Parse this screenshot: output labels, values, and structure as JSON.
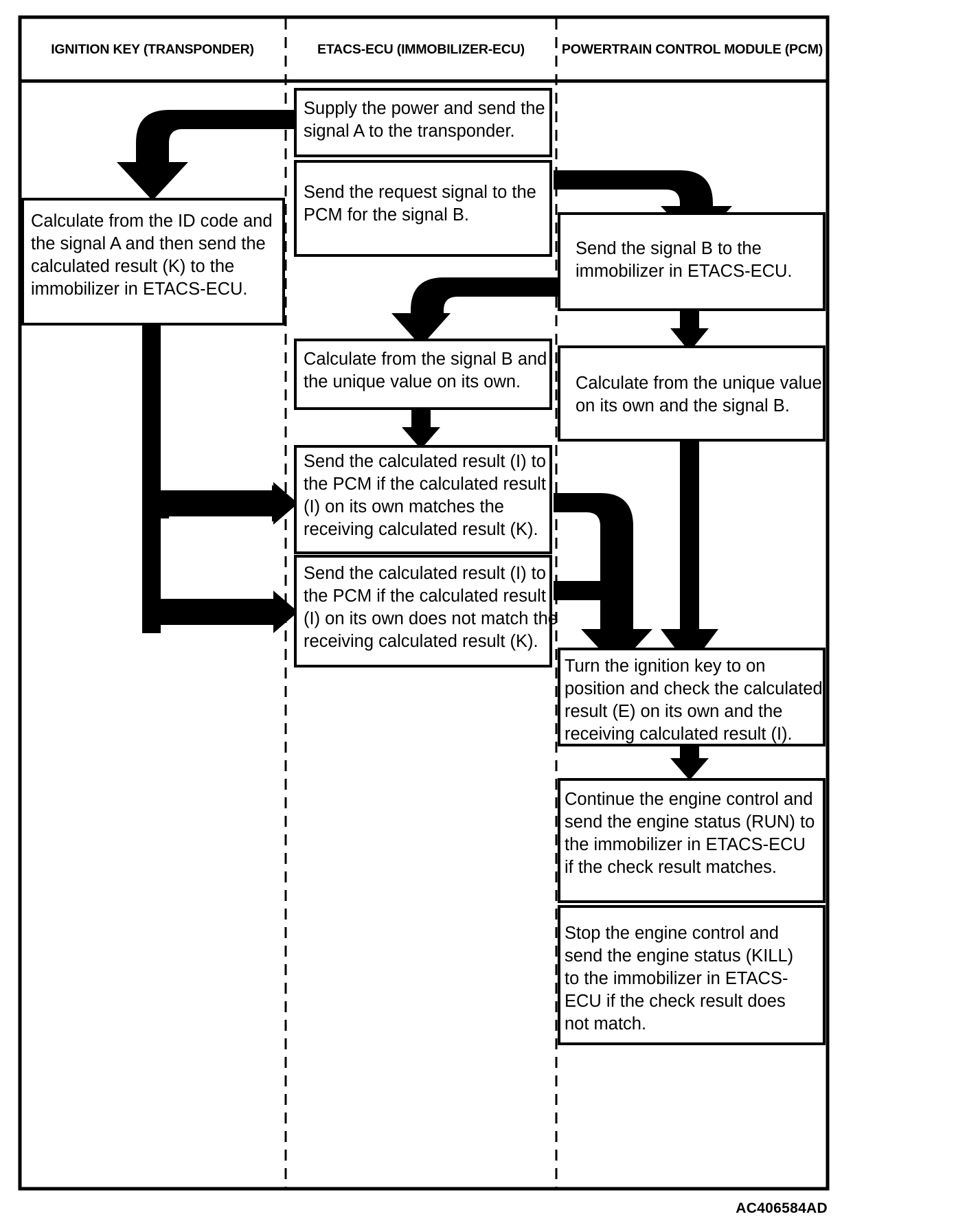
{
  "document": {
    "figure_code": "AC406584AD",
    "type": "swimlane-flowchart",
    "title": "Immobilizer system communication flow"
  },
  "lanes": [
    {
      "id": "ignition-key",
      "title": "IGNITION KEY (TRANSPONDER)"
    },
    {
      "id": "etacs-ecu",
      "title": "ETACS-ECU (IMMOBILIZER-ECU)"
    },
    {
      "id": "pcm",
      "title": "POWERTRAIN CONTROL MODULE (PCM)"
    }
  ],
  "boxes": {
    "key_calc": {
      "lane": "ignition-key",
      "lines": [
        "Calculate from the ID code and",
        "the signal A and then send the",
        "calculated result (K) to the",
        "immobilizer in ETACS-ECU."
      ]
    },
    "etacs_supply_power": {
      "lane": "etacs-ecu",
      "lines": [
        "Supply the power and send the",
        "signal A to the transponder."
      ]
    },
    "etacs_request_signal": {
      "lane": "etacs-ecu",
      "lines": [
        "Send the request signal to the",
        "PCM for the signal B."
      ]
    },
    "etacs_calc_signal_b": {
      "lane": "etacs-ecu",
      "lines": [
        "Calculate from the signal B and",
        "the unique value on its own."
      ]
    },
    "etacs_send_match": {
      "lane": "etacs-ecu",
      "lines": [
        "Send the calculated result (I) to",
        "the PCM if the calculated result",
        "(I) on its own matches the",
        "receiving calculated result (K)."
      ]
    },
    "etacs_send_no_match": {
      "lane": "etacs-ecu",
      "lines": [
        "Send the calculated result (I) to",
        "the PCM if the calculated result",
        "(I) on its own does not match the",
        "receiving calculated result (K)."
      ]
    },
    "pcm_send_signal_b": {
      "lane": "pcm",
      "lines": [
        "Send the signal B to the",
        "immobilizer in ETACS-ECU."
      ]
    },
    "pcm_calc_unique": {
      "lane": "pcm",
      "lines": [
        "Calculate from the unique value",
        "on its own and the signal B."
      ]
    },
    "pcm_turn_key": {
      "lane": "pcm",
      "lines": [
        "Turn the ignition key to on",
        "position and check the calculated",
        "result (E) on its own and the",
        "receiving calculated result (I)."
      ]
    },
    "pcm_continue": {
      "lane": "pcm",
      "lines": [
        "Continue the engine control and",
        "send the engine status (RUN) to",
        "the immobilizer in ETACS-ECU",
        "if the check result matches."
      ]
    },
    "pcm_stop": {
      "lane": "pcm",
      "lines": [
        "Stop the engine control and",
        "send the engine status (KILL)",
        "to the immobilizer in ETACS-",
        "ECU if the check result does",
        "not match."
      ]
    }
  },
  "connectors": [
    {
      "id": "etacs-supply-to-key",
      "from": "etacs_supply_power",
      "to": "key_calc",
      "shape": "elbow-left-down"
    },
    {
      "id": "etacs-request-to-pcm-signal-b",
      "from": "etacs_request_signal",
      "to": "pcm_send_signal_b",
      "shape": "elbow-right-down"
    },
    {
      "id": "pcm-signal-b-to-etacs-calc",
      "from": "pcm_send_signal_b",
      "to": "etacs_calc_signal_b",
      "shape": "elbow-left-down"
    },
    {
      "id": "pcm-signal-b-to-pcm-calc",
      "from": "pcm_send_signal_b",
      "to": "pcm_calc_unique",
      "shape": "straight-down"
    },
    {
      "id": "etacs-calc-to-send-match",
      "from": "etacs_calc_signal_b",
      "to": "etacs_send_match",
      "shape": "straight-down"
    },
    {
      "id": "key-calc-to-etacs-match",
      "from": "key_calc",
      "to": "etacs_send_match",
      "shape": "down-right"
    },
    {
      "id": "key-calc-to-etacs-no-match",
      "from": "key_calc",
      "to": "etacs_send_no_match",
      "shape": "down-right"
    },
    {
      "id": "etacs-match-to-pcm-turn-key",
      "from": "etacs_send_match",
      "to": "pcm_turn_key",
      "shape": "elbow-right-down"
    },
    {
      "id": "etacs-no-match-to-pcm-turn-key",
      "from": "etacs_send_no_match",
      "to": "pcm_turn_key",
      "shape": "elbow-right-down"
    },
    {
      "id": "pcm-calc-to-turn-key",
      "from": "pcm_calc_unique",
      "to": "pcm_turn_key",
      "shape": "straight-down"
    },
    {
      "id": "pcm-turn-key-to-continue",
      "from": "pcm_turn_key",
      "to": "pcm_continue",
      "shape": "straight-down"
    }
  ],
  "colors": {
    "ink": "#000000",
    "paper": "#ffffff"
  }
}
